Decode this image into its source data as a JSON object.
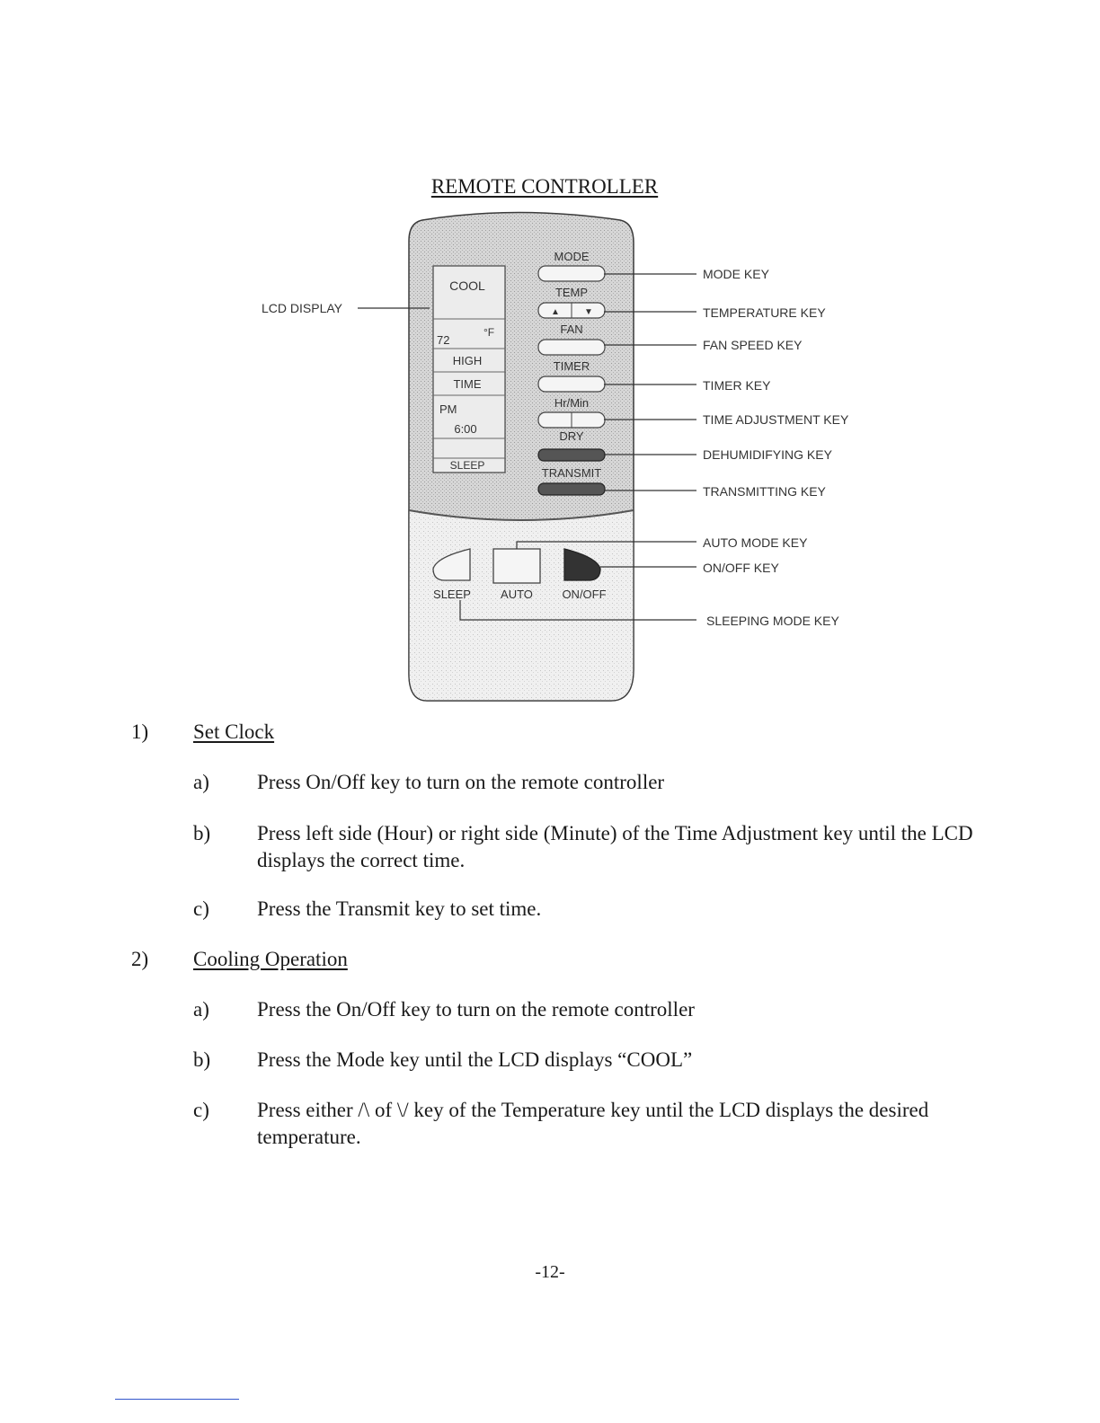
{
  "title": "REMOTE CONTROLLER",
  "remote": {
    "lcd": {
      "mode": "COOL",
      "unit": "°F",
      "temperature": "72",
      "fan": "HIGH",
      "time_label": "TIME",
      "ampm": "PM",
      "time": "6:00",
      "sleep": "SLEEP"
    },
    "keys": {
      "mode": "MODE",
      "temp": "TEMP",
      "up": "▲",
      "down": "▼",
      "fan": "FAN",
      "timer": "TIMER",
      "hrmin": "Hr/Min",
      "dry": "DRY",
      "transmit": "TRANSMIT",
      "sleep": "SLEEP",
      "auto": "AUTO",
      "onoff": "ON/OFF"
    }
  },
  "callouts": {
    "lcd_display": "LCD DISPLAY",
    "mode_key": "MODE KEY",
    "temperature_key": "TEMPERATURE KEY",
    "fan_speed_key": "FAN SPEED KEY",
    "timer_key": "TIMER KEY",
    "time_adjustment_key": "TIME ADJUSTMENT KEY",
    "dehumidifying_key": "DEHUMIDIFYING KEY",
    "transmitting_key": "TRANSMITTING KEY",
    "auto_mode_key": "AUTO MODE KEY",
    "onoff_key": "ON/OFF KEY",
    "sleeping_mode_key": "SLEEPING MODE KEY"
  },
  "sections": [
    {
      "number": "1)",
      "heading": "Set Clock",
      "items": [
        {
          "letter": "a)",
          "text": "Press On/Off key to turn on the remote controller"
        },
        {
          "letter": "b)",
          "text": "Press left side (Hour) or right side (Minute) of the Time Adjustment key until the LCD displays the correct time."
        },
        {
          "letter": "c)",
          "text": "Press the Transmit key to set time."
        }
      ]
    },
    {
      "number": "2)",
      "heading": "Cooling Operation",
      "items": [
        {
          "letter": "a)",
          "text": "Press the On/Off key to turn on the remote controller"
        },
        {
          "letter": "b)",
          "text": "Press the Mode key until the LCD displays “COOL”"
        },
        {
          "letter": "c)",
          "text": "Press either /\\ of \\/ key of the Temperature key until the LCD displays the desired temperature."
        }
      ]
    }
  ],
  "page_number": "-12-"
}
